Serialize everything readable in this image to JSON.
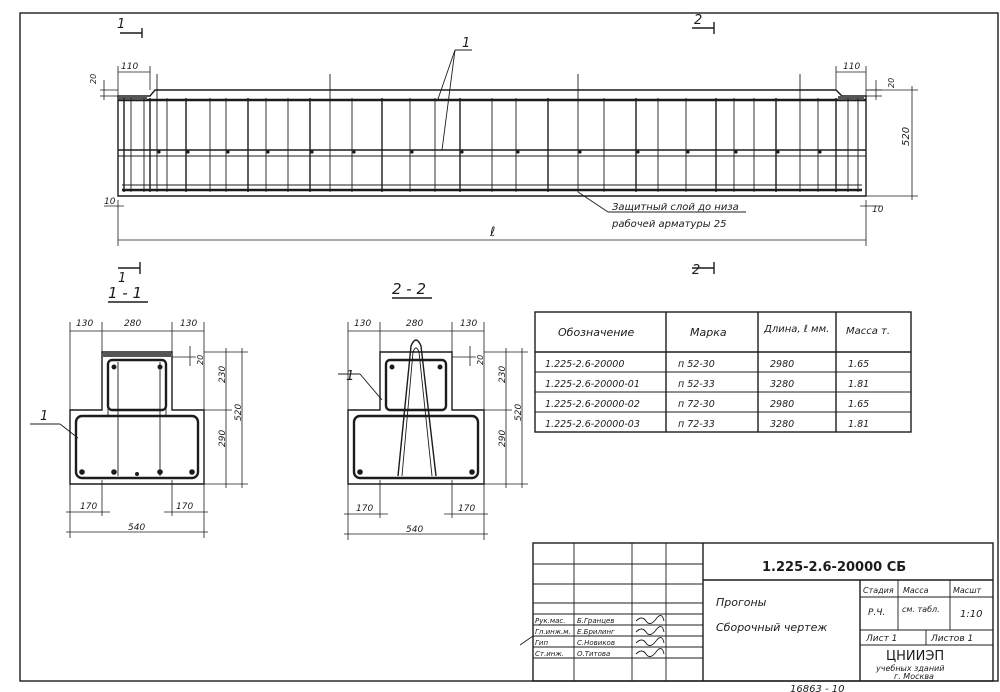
{
  "elevation": {
    "section_marks": [
      "1",
      "1",
      "2",
      "2"
    ],
    "callout": "1",
    "dim_end_left": "110",
    "dim_end_right": "110",
    "dim_top_left": "20",
    "dim_top_right": "20",
    "dim_height": "520",
    "dim_bottom_left": "10",
    "dim_bottom_right": "10",
    "dim_length": "ℓ",
    "note_line1": "Защитный слой до низа",
    "note_line2": "рабочей арматуры 25"
  },
  "section1": {
    "title": "1 - 1",
    "callout": "1",
    "top_dims": [
      "130",
      "280",
      "130"
    ],
    "right_dims": [
      "20",
      "230",
      "520",
      "290"
    ],
    "bottom_dims": [
      "170",
      "170"
    ],
    "total_width": "540"
  },
  "section2": {
    "title": "2 - 2",
    "callout": "1",
    "top_dims": [
      "130",
      "280",
      "130"
    ],
    "right_dims": [
      "20",
      "230",
      "520",
      "290"
    ],
    "bottom_dims": [
      "170",
      "170"
    ],
    "total_width": "540"
  },
  "spec_table": {
    "headers": [
      "Обозначение",
      "Марка",
      "Длина, ℓ мм.",
      "Масса т."
    ],
    "rows": [
      [
        "1.225-2.6-20000",
        "п 52-30",
        "2980",
        "1.65"
      ],
      [
        "1.225-2.6-20000-01",
        "п 52-33",
        "3280",
        "1.81"
      ],
      [
        "1.225-2.6-20000-02",
        "п 72-30",
        "2980",
        "1.65"
      ],
      [
        "1.225-2.6-20000-03",
        "п 72-33",
        "3280",
        "1.81"
      ]
    ]
  },
  "title_block": {
    "doc_number": "1.225-2.6-20000 СБ",
    "name_line1": "Прогоны",
    "name_line2": "Сборочный чертеж",
    "stage_label": "Стадия",
    "mass_label": "Масса",
    "scale_label": "Масшт",
    "stage_value": "Р.Ч.",
    "mass_value": "см. табл.",
    "scale_value": "1:10",
    "sheet_label": "Лист 1",
    "sheets_label": "Листов 1",
    "org_line1": "ЦНИИЭП",
    "org_line2": "учебных зданий",
    "org_line3": "г. Москва",
    "signatures": [
      {
        "role": "Рук.мас.",
        "name": "Б.Гранцев"
      },
      {
        "role": "Гл.инж.м.",
        "name": "Е.Брилинг"
      },
      {
        "role": "Гип",
        "name": "С.Новиков"
      },
      {
        "role": "Ст.инж.",
        "name": "О.Титова"
      }
    ]
  },
  "footer_number": "16863 - 10"
}
